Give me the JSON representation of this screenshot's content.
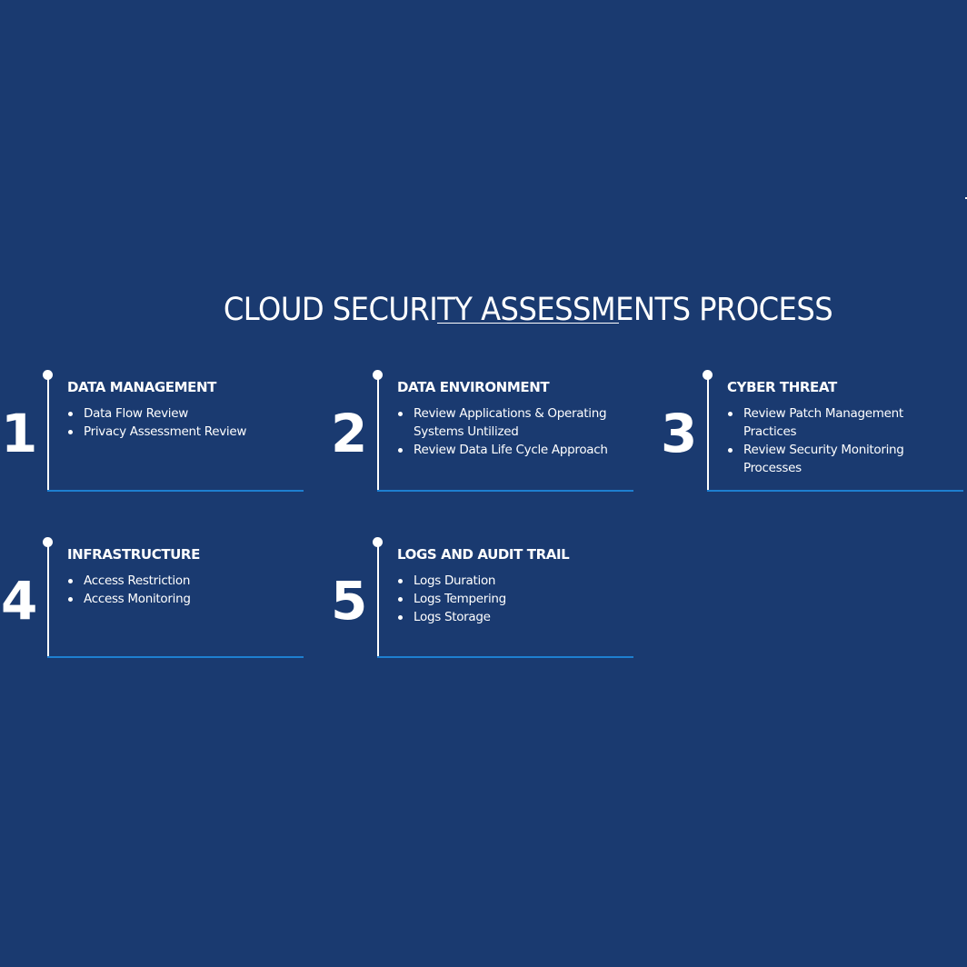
{
  "title": "CLOUD SECURITY ASSESSMENTS PROCESS",
  "colors": {
    "background": "#1a3a70",
    "text": "#ffffff",
    "accent_line": "#1e7fd0"
  },
  "steps": [
    {
      "number": "1",
      "heading": "DATA MANAGEMENT",
      "items": [
        "Data Flow Review",
        "Privacy Assessment Review"
      ]
    },
    {
      "number": "2",
      "heading": "DATA ENVIRONMENT",
      "items": [
        "Review Applications & Operating Systems Untilized",
        "Review Data Life Cycle Approach"
      ]
    },
    {
      "number": "3",
      "heading": "CYBER THREAT",
      "items": [
        "Review Patch Management Practices",
        "Review Security Monitoring Processes"
      ]
    },
    {
      "number": "4",
      "heading": "INFRASTRUCTURE",
      "items": [
        "Access Restriction",
        "Access Monitoring"
      ]
    },
    {
      "number": "5",
      "heading": "LOGS AND AUDIT TRAIL",
      "items": [
        "Logs Duration",
        "Logs Tempering",
        "Logs Storage"
      ]
    }
  ]
}
